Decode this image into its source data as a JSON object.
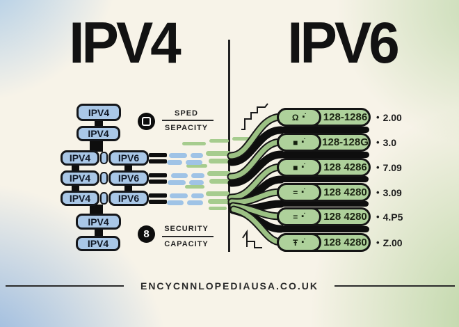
{
  "titles": {
    "left": "IPV4",
    "right": "IPV6"
  },
  "left_chain": {
    "pills": [
      {
        "label": "IPV4"
      },
      {
        "label": "IPV4"
      },
      {
        "label": "IPV4"
      },
      {
        "label": "IPV6"
      },
      {
        "label": "IPV4"
      },
      {
        "label": "IPV6"
      },
      {
        "label": "IPV4"
      },
      {
        "label": "IPV6"
      },
      {
        "label": "IPV4"
      },
      {
        "label": "IPV4"
      }
    ]
  },
  "mid_badges": {
    "speed": {
      "icon": "square-outline-icon",
      "top_label": "SPED",
      "bottom_label": "SEPACITY"
    },
    "security": {
      "digit": "8",
      "top_label": "SECURITY",
      "bottom_label": "CAPACITY"
    }
  },
  "right_panel": {
    "bullet": "•",
    "rows": [
      {
        "icon": "Ω",
        "port": "▪˙",
        "code": "128-1286",
        "value": "2.00"
      },
      {
        "icon": "■",
        "port": "▪˙",
        "code": "128-128G",
        "value": "3.0"
      },
      {
        "icon": "■",
        "port": "▪˙",
        "code": "128 4286",
        "value": "7.09"
      },
      {
        "icon": "=",
        "port": "▪˙",
        "code": "128 4280",
        "value": "3.09"
      },
      {
        "icon": "=",
        "port": "▪˙",
        "code": "128 4280",
        "value": "4.P5"
      },
      {
        "icon": "Ŧ",
        "port": "▪˙",
        "code": "128 4280",
        "value": "Z.00"
      }
    ]
  },
  "footer": {
    "text": "ENCYCNNLOPEDIAUSA.CO.UK"
  },
  "colors": {
    "ink": "#151515",
    "blue_pill": "#a9c7e7",
    "green_pill": "#aed19b",
    "wire_green": "#9cc184",
    "dash_blue": "#9fc3e6",
    "dash_green": "#a6cc8e",
    "background_cream": "#f7f3e8",
    "corner_blue": "#7da8dc",
    "corner_green": "#94c178"
  }
}
